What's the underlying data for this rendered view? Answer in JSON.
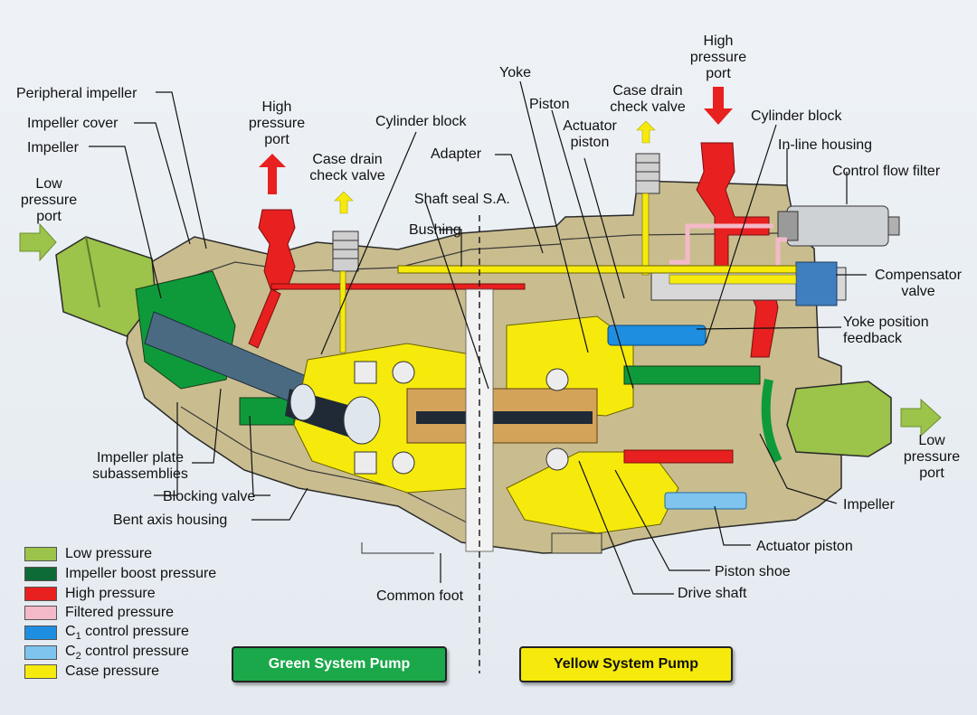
{
  "colors": {
    "low_pressure": "#9cc34a",
    "impeller_boost": "#0e9a3a",
    "high_pressure": "#e8201f",
    "filtered": "#f4b9c8",
    "c1": "#1e8fe0",
    "c2": "#7ec4ee",
    "case": "#f6ea0c",
    "housing": "#c9bd8f"
  },
  "labels": {
    "peripheral_impeller": "Peripheral impeller",
    "impeller_cover": "Impeller cover",
    "impeller_left": "Impeller",
    "low_pressure_port_left": "Low\npressure\nport",
    "high_pressure_port_left": "High\npressure\nport",
    "case_drain_left": "Case drain\ncheck valve",
    "cylinder_block_left": "Cylinder block",
    "adapter": "Adapter",
    "shaft_seal": "Shaft seal S.A.",
    "bushing": "Bushing",
    "yoke": "Yoke",
    "piston": "Piston",
    "actuator_piston_top": "Actuator\npiston",
    "case_drain_right": "Case drain\ncheck valve",
    "high_pressure_port_right": "High\npressure\nport",
    "cylinder_block_right": "Cylinder block",
    "inline_housing": "In-line housing",
    "control_flow_filter": "Control flow filter",
    "compensator_valve": "Compensator\nvalve",
    "yoke_position_feedback": "Yoke position\nfeedback",
    "low_pressure_port_right": "Low\npressure\nport",
    "impeller_right": "Impeller",
    "actuator_piston_bottom": "Actuator piston",
    "piston_shoe": "Piston shoe",
    "drive_shaft": "Drive shaft",
    "common_foot": "Common foot",
    "impeller_plate": "Impeller plate\nsubassemblies",
    "blocking_valve": "Blocking valve",
    "bent_axis_housing": "Bent axis housing"
  },
  "legend": [
    {
      "label": "Low pressure",
      "color": "#9cc34a"
    },
    {
      "label": "Impeller boost pressure",
      "color": "#0e6a36"
    },
    {
      "label": "High pressure",
      "color": "#e8201f"
    },
    {
      "label": "Filtered pressure",
      "color": "#f4b9c8"
    },
    {
      "label": "C1 control pressure",
      "color": "#1e8fe0"
    },
    {
      "label": "C2 control pressure",
      "color": "#7ec4ee"
    },
    {
      "label": "Case pressure",
      "color": "#f6ea0c"
    }
  ],
  "systems": {
    "green": "Green System Pump",
    "yellow": "Yellow System Pump"
  }
}
